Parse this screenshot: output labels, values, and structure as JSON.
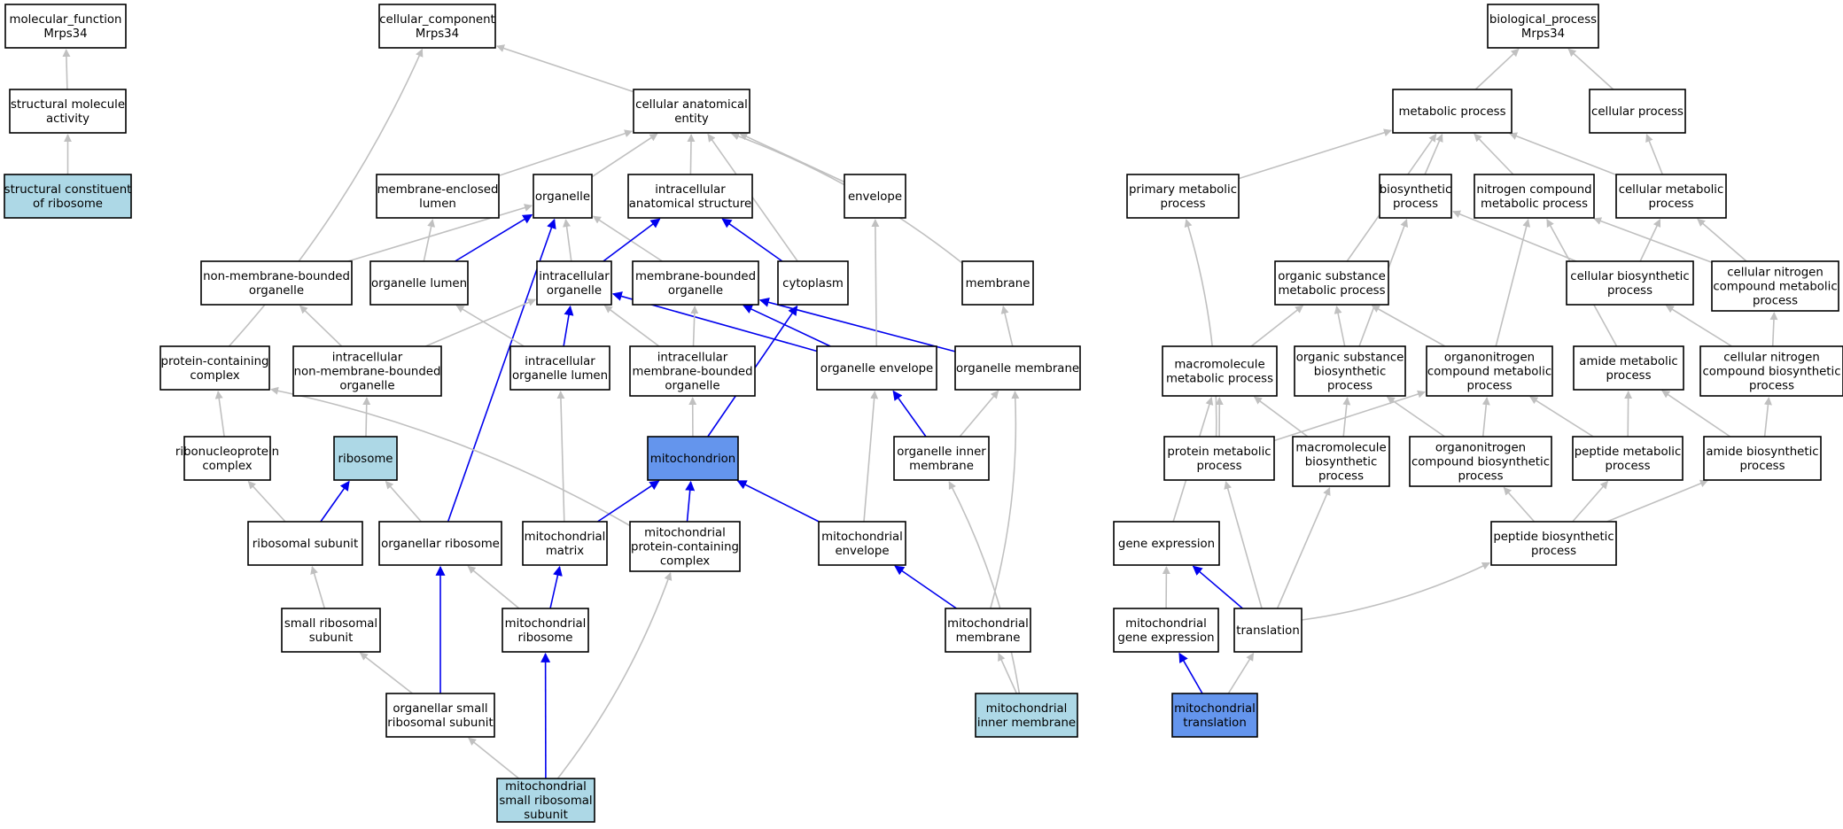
{
  "graph": {
    "colors": {
      "edge_default": "#c0c0c0",
      "edge_highlight": "#0000ee",
      "node_fill": "#ffffff",
      "node_light": "#add8e6",
      "node_query": "#6495ed",
      "border": "#000000"
    },
    "nodes": [
      {
        "id": "mf",
        "lines": [
          "molecular_function",
          "Mrps34"
        ],
        "style": "plain"
      },
      {
        "id": "sma",
        "lines": [
          "structural molecule",
          "activity"
        ],
        "style": "plain"
      },
      {
        "id": "scr",
        "lines": [
          "structural constituent",
          "of ribosome"
        ],
        "style": "light"
      },
      {
        "id": "cc",
        "lines": [
          "cellular_component",
          "Mrps34"
        ],
        "style": "plain"
      },
      {
        "id": "cae",
        "lines": [
          "cellular anatomical",
          "entity"
        ],
        "style": "plain"
      },
      {
        "id": "mel",
        "lines": [
          "membrane-enclosed",
          "lumen"
        ],
        "style": "plain"
      },
      {
        "id": "org",
        "lines": [
          "organelle"
        ],
        "style": "plain"
      },
      {
        "id": "ias",
        "lines": [
          "intracellular",
          "anatomical structure"
        ],
        "style": "plain"
      },
      {
        "id": "env",
        "lines": [
          "envelope"
        ],
        "style": "plain"
      },
      {
        "id": "nmbo",
        "lines": [
          "non-membrane-bounded",
          "organelle"
        ],
        "style": "plain"
      },
      {
        "id": "orgl",
        "lines": [
          "organelle lumen"
        ],
        "style": "plain"
      },
      {
        "id": "io",
        "lines": [
          "intracellular",
          "organelle"
        ],
        "style": "plain"
      },
      {
        "id": "mbo",
        "lines": [
          "membrane-bounded",
          "organelle"
        ],
        "style": "plain"
      },
      {
        "id": "cyto",
        "lines": [
          "cytoplasm"
        ],
        "style": "plain"
      },
      {
        "id": "mem",
        "lines": [
          "membrane"
        ],
        "style": "plain"
      },
      {
        "id": "pcc",
        "lines": [
          "protein-containing",
          "complex"
        ],
        "style": "plain"
      },
      {
        "id": "inmbo",
        "lines": [
          "intracellular",
          "non-membrane-bounded",
          "organelle"
        ],
        "style": "plain"
      },
      {
        "id": "iol",
        "lines": [
          "intracellular",
          "organelle lumen"
        ],
        "style": "plain"
      },
      {
        "id": "imbo",
        "lines": [
          "intracellular",
          "membrane-bounded",
          "organelle"
        ],
        "style": "plain"
      },
      {
        "id": "oenv",
        "lines": [
          "organelle envelope"
        ],
        "style": "plain"
      },
      {
        "id": "omem",
        "lines": [
          "organelle membrane"
        ],
        "style": "plain"
      },
      {
        "id": "rnp",
        "lines": [
          "ribonucleoprotein",
          "complex"
        ],
        "style": "plain"
      },
      {
        "id": "ribo",
        "lines": [
          "ribosome"
        ],
        "style": "light"
      },
      {
        "id": "mito",
        "lines": [
          "mitochondrion"
        ],
        "style": "query"
      },
      {
        "id": "oim",
        "lines": [
          "organelle inner",
          "membrane"
        ],
        "style": "plain"
      },
      {
        "id": "rsu",
        "lines": [
          "ribosomal subunit"
        ],
        "style": "plain"
      },
      {
        "id": "orib",
        "lines": [
          "organellar ribosome"
        ],
        "style": "plain"
      },
      {
        "id": "mmat",
        "lines": [
          "mitochondrial",
          "matrix"
        ],
        "style": "plain"
      },
      {
        "id": "mpcc",
        "lines": [
          "mitochondrial",
          "protein-containing",
          "complex"
        ],
        "style": "plain"
      },
      {
        "id": "menv",
        "lines": [
          "mitochondrial",
          "envelope"
        ],
        "style": "plain"
      },
      {
        "id": "srsu",
        "lines": [
          "small ribosomal",
          "subunit"
        ],
        "style": "plain"
      },
      {
        "id": "mrib",
        "lines": [
          "mitochondrial",
          "ribosome"
        ],
        "style": "plain"
      },
      {
        "id": "mmem",
        "lines": [
          "mitochondrial",
          "membrane"
        ],
        "style": "plain"
      },
      {
        "id": "osrs",
        "lines": [
          "organellar small",
          "ribosomal subunit"
        ],
        "style": "plain"
      },
      {
        "id": "mim",
        "lines": [
          "mitochondrial",
          "inner membrane"
        ],
        "style": "light"
      },
      {
        "id": "msrs",
        "lines": [
          "mitochondrial",
          "small ribosomal",
          "subunit"
        ],
        "style": "light"
      },
      {
        "id": "bp",
        "lines": [
          "biological_process",
          "Mrps34"
        ],
        "style": "plain"
      },
      {
        "id": "metp",
        "lines": [
          "metabolic process"
        ],
        "style": "plain"
      },
      {
        "id": "cellp",
        "lines": [
          "cellular process"
        ],
        "style": "plain"
      },
      {
        "id": "pmp",
        "lines": [
          "primary metabolic",
          "process"
        ],
        "style": "plain"
      },
      {
        "id": "bsp",
        "lines": [
          "biosynthetic",
          "process"
        ],
        "style": "plain"
      },
      {
        "id": "ncmp",
        "lines": [
          "nitrogen compound",
          "metabolic process"
        ],
        "style": "plain"
      },
      {
        "id": "cmp",
        "lines": [
          "cellular metabolic",
          "process"
        ],
        "style": "plain"
      },
      {
        "id": "osmp",
        "lines": [
          "organic substance",
          "metabolic process"
        ],
        "style": "plain"
      },
      {
        "id": "cbp",
        "lines": [
          "cellular biosynthetic",
          "process"
        ],
        "style": "plain"
      },
      {
        "id": "cncmp",
        "lines": [
          "cellular nitrogen",
          "compound metabolic",
          "process"
        ],
        "style": "plain"
      },
      {
        "id": "mmp",
        "lines": [
          "macromolecule",
          "metabolic process"
        ],
        "style": "plain"
      },
      {
        "id": "osbp",
        "lines": [
          "organic substance",
          "biosynthetic",
          "process"
        ],
        "style": "plain"
      },
      {
        "id": "oncmp",
        "lines": [
          "organonitrogen",
          "compound metabolic",
          "process"
        ],
        "style": "plain"
      },
      {
        "id": "amp",
        "lines": [
          "amide metabolic",
          "process"
        ],
        "style": "plain"
      },
      {
        "id": "cncbp",
        "lines": [
          "cellular nitrogen",
          "compound biosynthetic",
          "process"
        ],
        "style": "plain"
      },
      {
        "id": "prmp",
        "lines": [
          "protein metabolic",
          "process"
        ],
        "style": "plain"
      },
      {
        "id": "mbp",
        "lines": [
          "macromolecule",
          "biosynthetic",
          "process"
        ],
        "style": "plain"
      },
      {
        "id": "oncbp",
        "lines": [
          "organonitrogen",
          "compound biosynthetic",
          "process"
        ],
        "style": "plain"
      },
      {
        "id": "pepmp",
        "lines": [
          "peptide metabolic",
          "process"
        ],
        "style": "plain"
      },
      {
        "id": "abp",
        "lines": [
          "amide biosynthetic",
          "process"
        ],
        "style": "plain"
      },
      {
        "id": "gexp",
        "lines": [
          "gene expression"
        ],
        "style": "plain"
      },
      {
        "id": "pepbp",
        "lines": [
          "peptide biosynthetic",
          "process"
        ],
        "style": "plain"
      },
      {
        "id": "mgexp",
        "lines": [
          "mitochondrial",
          "gene expression"
        ],
        "style": "plain"
      },
      {
        "id": "trans",
        "lines": [
          "translation"
        ],
        "style": "plain"
      },
      {
        "id": "mtrans",
        "lines": [
          "mitochondrial",
          "translation"
        ],
        "style": "query"
      }
    ],
    "edges": [
      [
        "sma",
        "mf",
        0
      ],
      [
        "scr",
        "sma",
        0
      ],
      [
        "cae",
        "cc",
        0
      ],
      [
        "pcc",
        "cc",
        0
      ],
      [
        "mel",
        "cae",
        0
      ],
      [
        "org",
        "cae",
        0
      ],
      [
        "ias",
        "cae",
        0
      ],
      [
        "env",
        "cae",
        0
      ],
      [
        "cyto",
        "cae",
        0
      ],
      [
        "mem",
        "cae",
        0
      ],
      [
        "nmbo",
        "org",
        0
      ],
      [
        "orgl",
        "org",
        1
      ],
      [
        "io",
        "org",
        0
      ],
      [
        "mbo",
        "org",
        0
      ],
      [
        "orib",
        "org",
        1
      ],
      [
        "orgl",
        "mel",
        0
      ],
      [
        "io",
        "ias",
        1
      ],
      [
        "cyto",
        "ias",
        1
      ],
      [
        "inmbo",
        "nmbo",
        0
      ],
      [
        "iol",
        "orgl",
        0
      ],
      [
        "inmbo",
        "io",
        0
      ],
      [
        "iol",
        "io",
        1
      ],
      [
        "imbo",
        "io",
        0
      ],
      [
        "oenv",
        "io",
        1
      ],
      [
        "imbo",
        "mbo",
        0
      ],
      [
        "oenv",
        "mbo",
        1
      ],
      [
        "omem",
        "mbo",
        1
      ],
      [
        "oenv",
        "env",
        0
      ],
      [
        "omem",
        "mem",
        0
      ],
      [
        "mito",
        "imbo",
        0
      ],
      [
        "mito",
        "cyto",
        1
      ],
      [
        "ribo",
        "inmbo",
        0
      ],
      [
        "rnp",
        "pcc",
        0
      ],
      [
        "mpcc",
        "pcc",
        0
      ],
      [
        "rsu",
        "rnp",
        0
      ],
      [
        "rsu",
        "ribo",
        1
      ],
      [
        "orib",
        "ribo",
        0
      ],
      [
        "mmat",
        "iol",
        0
      ],
      [
        "mmat",
        "mito",
        1
      ],
      [
        "mpcc",
        "mito",
        1
      ],
      [
        "menv",
        "mito",
        1
      ],
      [
        "menv",
        "oenv",
        0
      ],
      [
        "oim",
        "oenv",
        1
      ],
      [
        "oim",
        "omem",
        0
      ],
      [
        "srsu",
        "rsu",
        0
      ],
      [
        "mrib",
        "orib",
        0
      ],
      [
        "osrs",
        "orib",
        1
      ],
      [
        "mrib",
        "mmat",
        1
      ],
      [
        "mmem",
        "menv",
        1
      ],
      [
        "mmem",
        "omem",
        0
      ],
      [
        "osrs",
        "srsu",
        0
      ],
      [
        "msrs",
        "osrs",
        0
      ],
      [
        "msrs",
        "mrib",
        1
      ],
      [
        "msrs",
        "mpcc",
        0
      ],
      [
        "mim",
        "mmem",
        0
      ],
      [
        "mim",
        "oim",
        0
      ],
      [
        "metp",
        "bp",
        0
      ],
      [
        "cellp",
        "bp",
        0
      ],
      [
        "pmp",
        "metp",
        0
      ],
      [
        "bsp",
        "metp",
        0
      ],
      [
        "ncmp",
        "metp",
        0
      ],
      [
        "cmp",
        "metp",
        0
      ],
      [
        "osmp",
        "metp",
        0
      ],
      [
        "cmp",
        "cellp",
        0
      ],
      [
        "cbp",
        "bsp",
        0
      ],
      [
        "cbp",
        "cmp",
        0
      ],
      [
        "cncmp",
        "ncmp",
        0
      ],
      [
        "cncmp",
        "cmp",
        0
      ],
      [
        "mmp",
        "osmp",
        0
      ],
      [
        "osbp",
        "osmp",
        0
      ],
      [
        "oncmp",
        "osmp",
        0
      ],
      [
        "osbp",
        "bsp",
        0
      ],
      [
        "oncmp",
        "ncmp",
        0
      ],
      [
        "amp",
        "ncmp",
        0
      ],
      [
        "cncbp",
        "cbp",
        0
      ],
      [
        "cncbp",
        "cncmp",
        0
      ],
      [
        "prmp",
        "pmp",
        0
      ],
      [
        "prmp",
        "mmp",
        0
      ],
      [
        "prmp",
        "oncmp",
        0
      ],
      [
        "mbp",
        "mmp",
        0
      ],
      [
        "mbp",
        "osbp",
        0
      ],
      [
        "oncbp",
        "osbp",
        0
      ],
      [
        "oncbp",
        "oncmp",
        0
      ],
      [
        "pepmp",
        "oncmp",
        0
      ],
      [
        "pepmp",
        "amp",
        0
      ],
      [
        "abp",
        "amp",
        0
      ],
      [
        "abp",
        "cncbp",
        0
      ],
      [
        "gexp",
        "mmp",
        0
      ],
      [
        "pepbp",
        "oncbp",
        0
      ],
      [
        "pepbp",
        "pepmp",
        0
      ],
      [
        "pepbp",
        "abp",
        0
      ],
      [
        "mgexp",
        "gexp",
        0
      ],
      [
        "trans",
        "gexp",
        1
      ],
      [
        "trans",
        "prmp",
        0
      ],
      [
        "trans",
        "mbp",
        0
      ],
      [
        "trans",
        "pepbp",
        0
      ],
      [
        "mtrans",
        "mgexp",
        1
      ],
      [
        "mtrans",
        "trans",
        0
      ]
    ]
  }
}
